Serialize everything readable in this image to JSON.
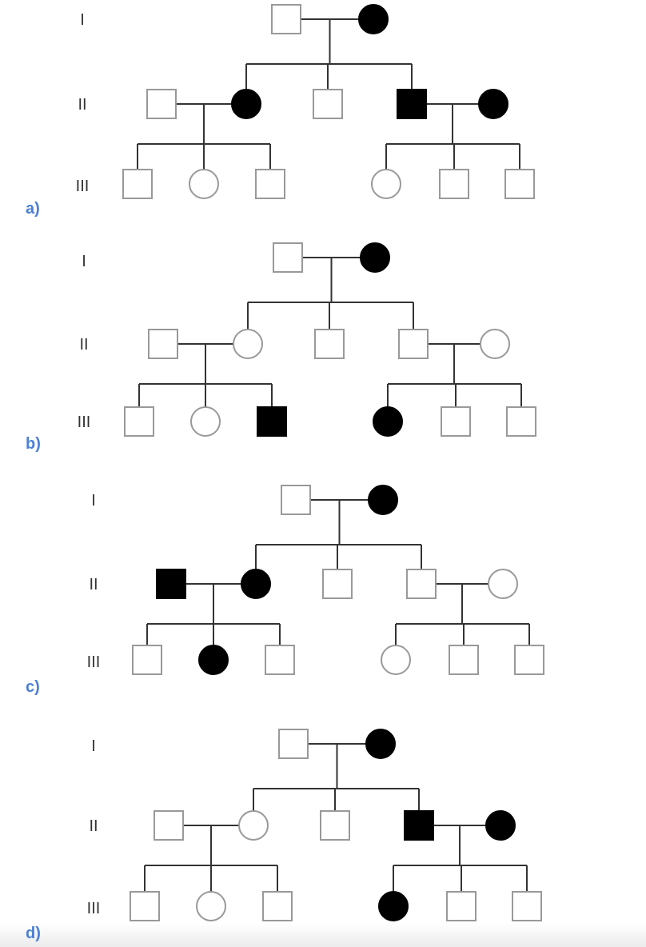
{
  "generation_labels": [
    "I",
    "II",
    "III"
  ],
  "pedigrees": [
    {
      "label": "a)",
      "gen1": [
        {
          "sex": "M",
          "affected": false
        },
        {
          "sex": "F",
          "affected": true
        }
      ],
      "gen2": [
        {
          "sex": "M",
          "affected": false
        },
        {
          "sex": "F",
          "affected": true
        },
        {
          "sex": "M",
          "affected": false
        },
        {
          "sex": "M",
          "affected": true
        },
        {
          "sex": "F",
          "affected": true
        }
      ],
      "gen3_left": [
        {
          "sex": "M",
          "affected": false
        },
        {
          "sex": "F",
          "affected": false
        },
        {
          "sex": "M",
          "affected": false
        }
      ],
      "gen3_right": [
        {
          "sex": "F",
          "affected": false
        },
        {
          "sex": "M",
          "affected": false
        },
        {
          "sex": "M",
          "affected": false
        }
      ]
    },
    {
      "label": "b)",
      "gen1": [
        {
          "sex": "M",
          "affected": false
        },
        {
          "sex": "F",
          "affected": true
        }
      ],
      "gen2": [
        {
          "sex": "M",
          "affected": false
        },
        {
          "sex": "F",
          "affected": false
        },
        {
          "sex": "M",
          "affected": false
        },
        {
          "sex": "M",
          "affected": false
        },
        {
          "sex": "F",
          "affected": false
        }
      ],
      "gen3_left": [
        {
          "sex": "M",
          "affected": false
        },
        {
          "sex": "F",
          "affected": false
        },
        {
          "sex": "M",
          "affected": true
        }
      ],
      "gen3_right": [
        {
          "sex": "F",
          "affected": true
        },
        {
          "sex": "M",
          "affected": false
        },
        {
          "sex": "M",
          "affected": false
        }
      ]
    },
    {
      "label": "c)",
      "gen1": [
        {
          "sex": "M",
          "affected": false
        },
        {
          "sex": "F",
          "affected": true
        }
      ],
      "gen2": [
        {
          "sex": "M",
          "affected": true
        },
        {
          "sex": "F",
          "affected": true
        },
        {
          "sex": "M",
          "affected": false
        },
        {
          "sex": "M",
          "affected": false
        },
        {
          "sex": "F",
          "affected": false
        }
      ],
      "gen3_left": [
        {
          "sex": "M",
          "affected": false
        },
        {
          "sex": "F",
          "affected": true
        },
        {
          "sex": "M",
          "affected": false
        }
      ],
      "gen3_right": [
        {
          "sex": "F",
          "affected": false
        },
        {
          "sex": "M",
          "affected": false
        },
        {
          "sex": "M",
          "affected": false
        }
      ]
    },
    {
      "label": "d)",
      "gen1": [
        {
          "sex": "M",
          "affected": false
        },
        {
          "sex": "F",
          "affected": true
        }
      ],
      "gen2": [
        {
          "sex": "M",
          "affected": false
        },
        {
          "sex": "F",
          "affected": false
        },
        {
          "sex": "M",
          "affected": false
        },
        {
          "sex": "M",
          "affected": true
        },
        {
          "sex": "F",
          "affected": true
        }
      ],
      "gen3_left": [
        {
          "sex": "M",
          "affected": false
        },
        {
          "sex": "F",
          "affected": false
        },
        {
          "sex": "M",
          "affected": false
        }
      ],
      "gen3_right": [
        {
          "sex": "F",
          "affected": true
        },
        {
          "sex": "M",
          "affected": false
        },
        {
          "sex": "M",
          "affected": false
        }
      ]
    }
  ]
}
